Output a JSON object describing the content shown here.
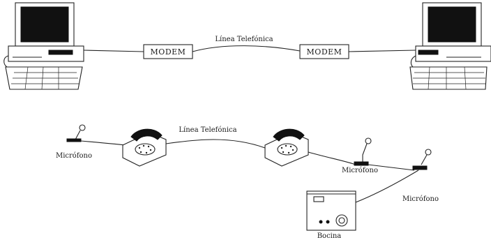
{
  "top_network": {
    "line_label": "Línea Telefónica",
    "modem_left": "MODEM",
    "modem_right": "MODEM"
  },
  "bottom_network": {
    "line_label": "Línea Telefónica",
    "mic_left": "Micrófono",
    "mic_middle": "Micrófono",
    "mic_right": "Micrófono",
    "speaker": "Bocina"
  }
}
